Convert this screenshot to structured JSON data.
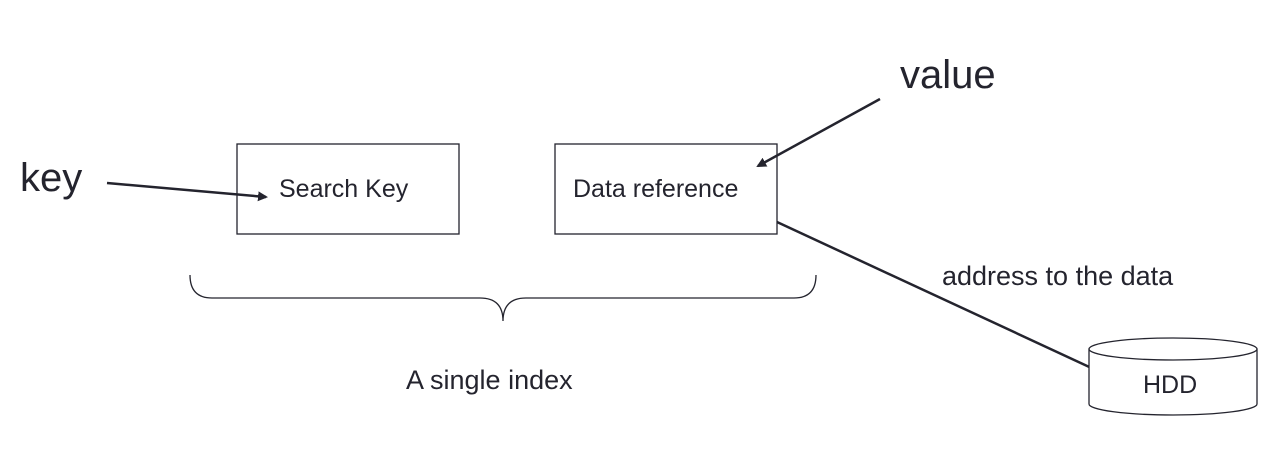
{
  "labels": {
    "key": "key",
    "value": "value",
    "search_key": "Search Key",
    "data_reference": "Data reference",
    "single_index": "A single index",
    "address": "address to the data",
    "hdd": "HDD"
  },
  "colors": {
    "stroke": "#24242e",
    "text": "#24242e",
    "background": "#ffffff"
  }
}
